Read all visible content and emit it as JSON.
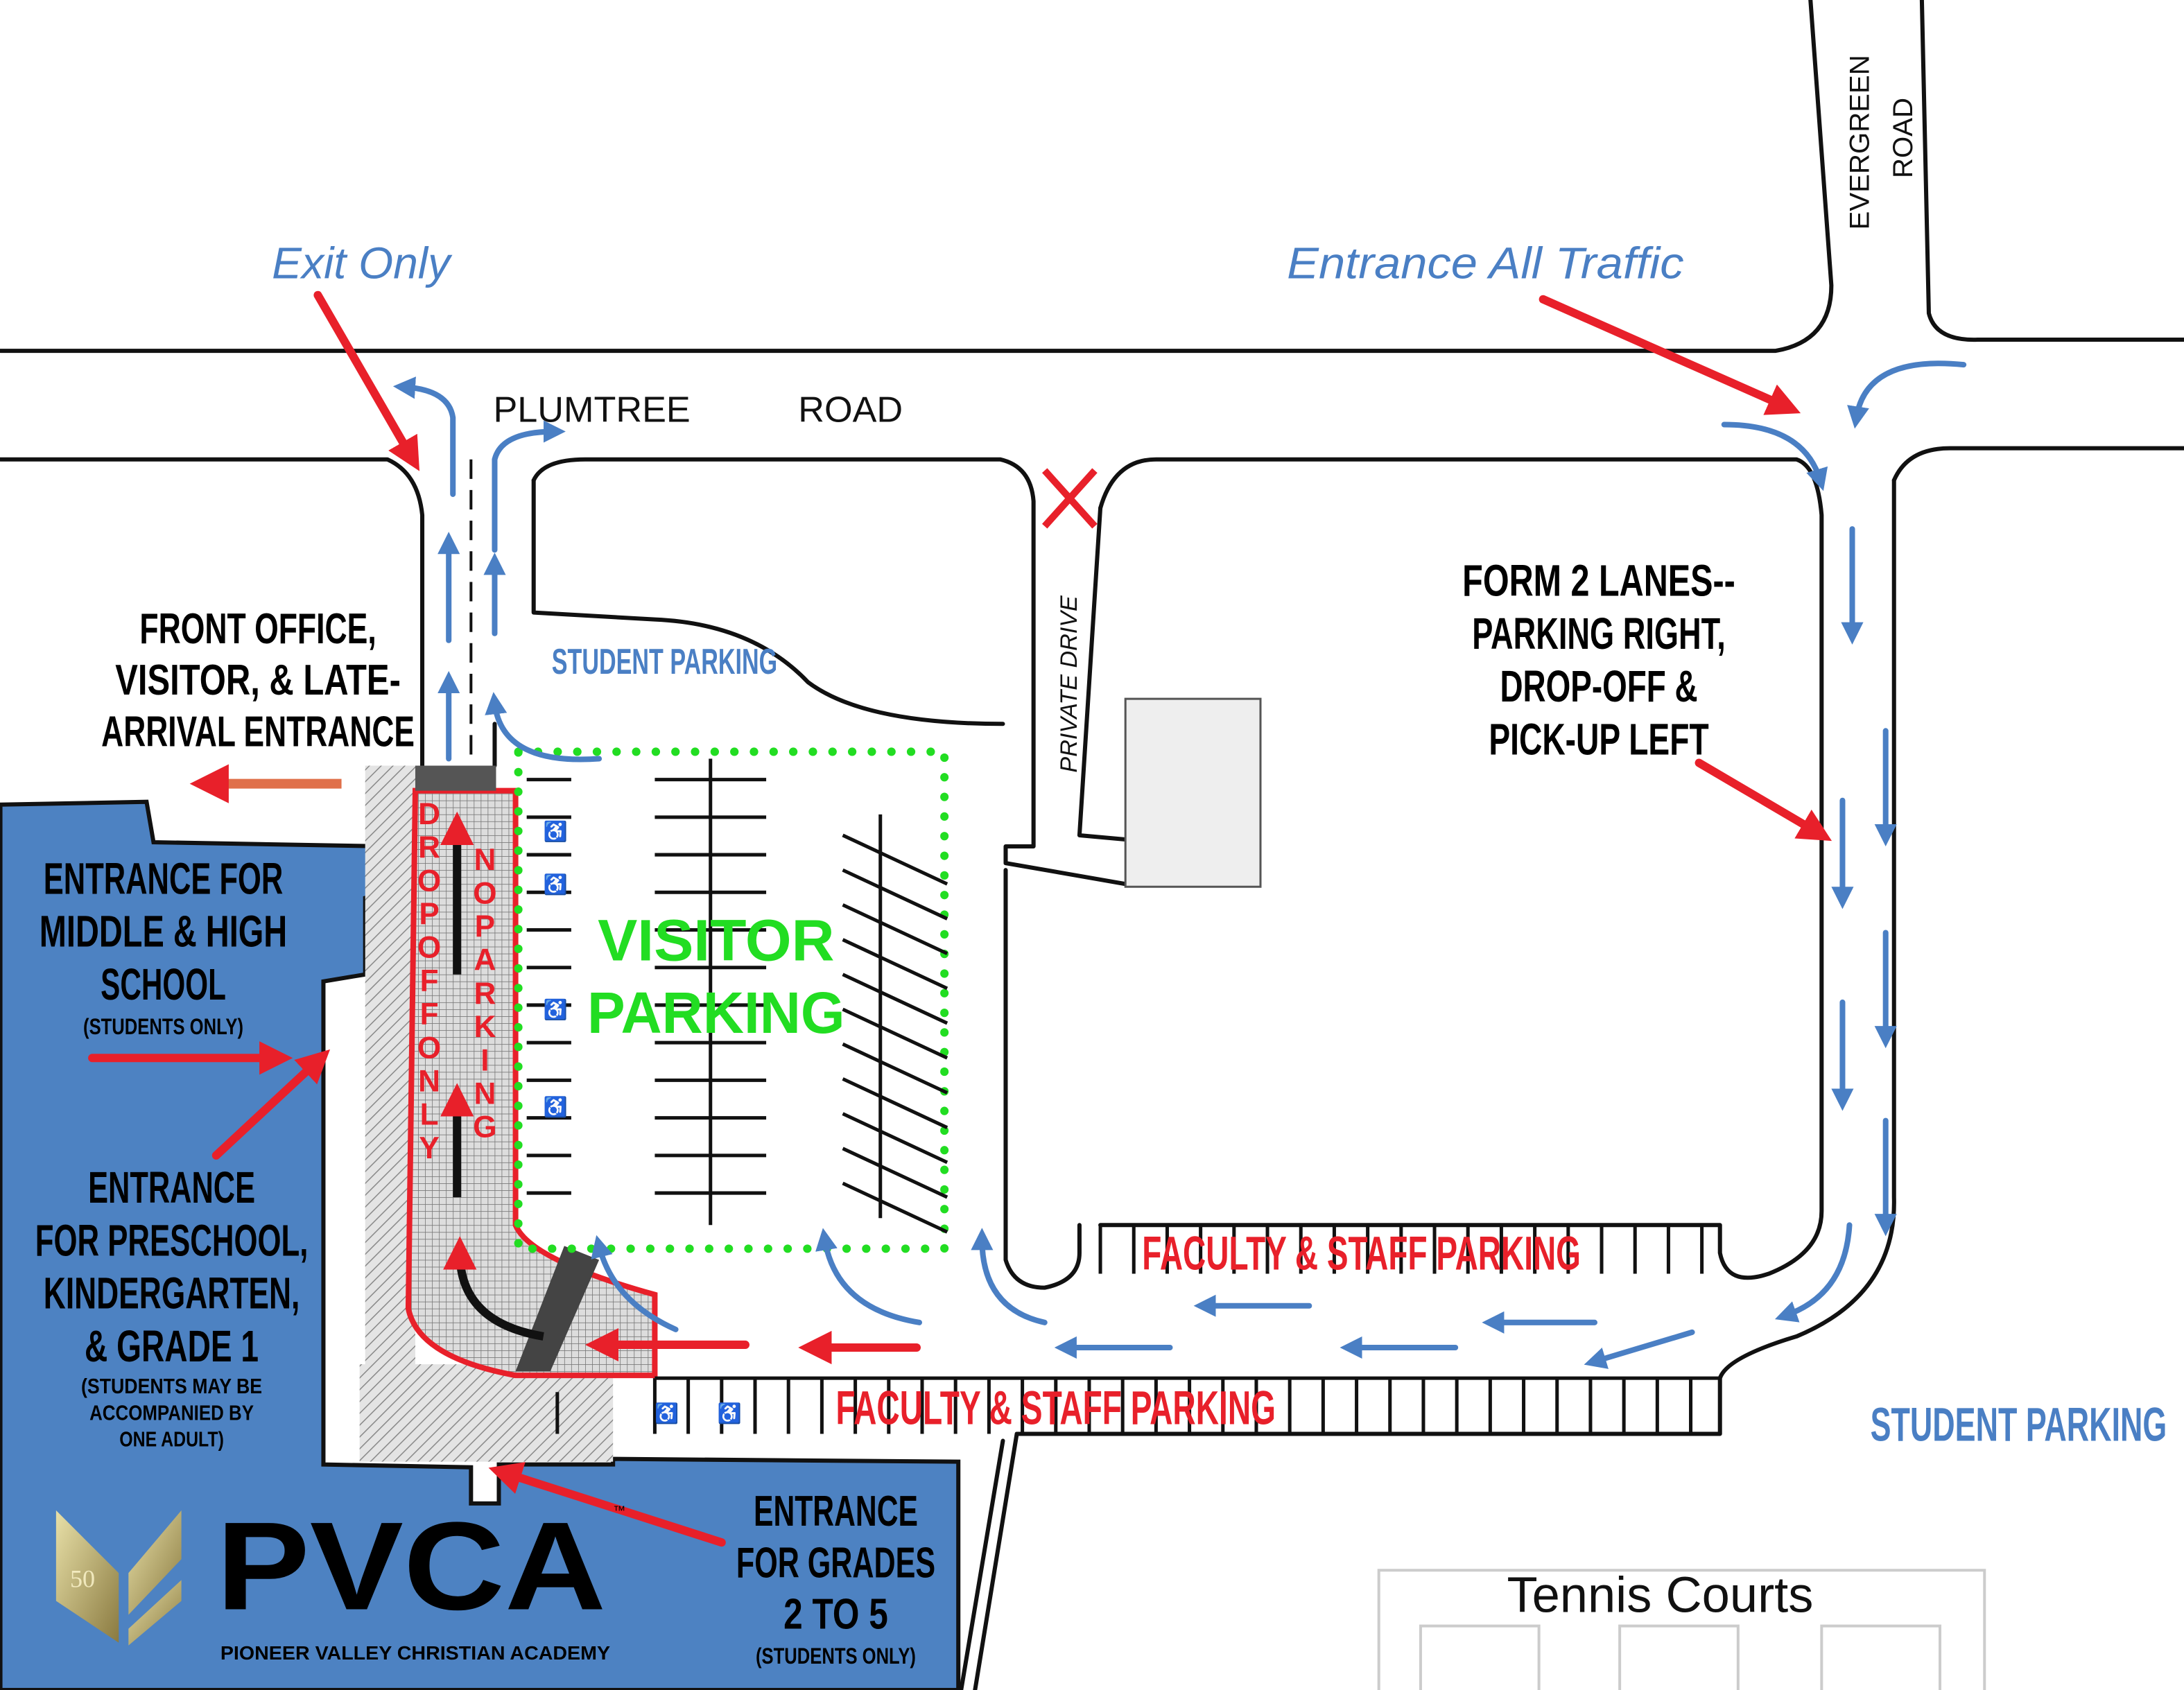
{
  "colors": {
    "building": "#4d82c2",
    "traffic_arrow": "#4a7fc4",
    "red": "#e8202a",
    "visitor_green": "#22dd22",
    "orange_arrow": "#e0704a"
  },
  "roads": {
    "plumtree": [
      "PLUMTREE",
      "ROAD"
    ],
    "evergreen": [
      "EVERGREEN",
      "ROAD"
    ],
    "private_drive": "PRIVATE DRIVE"
  },
  "traffic": {
    "exit_only": "Exit Only",
    "entrance_all": "Entrance All Traffic",
    "form_lanes": [
      "FORM 2 LANES--",
      "PARKING RIGHT,",
      "DROP-OFF &",
      "PICK-UP LEFT"
    ]
  },
  "parking": {
    "student_top": "STUDENT PARKING",
    "student_right": "STUDENT PARKING",
    "visitor": [
      "VISITOR",
      "PARKING"
    ],
    "faculty_upper": "FACULTY & STAFF PARKING",
    "faculty_lower": "FACULTY & STAFF PARKING",
    "dropoff": "DROPOFF ONLY",
    "no_parking": "NO PARKING"
  },
  "entrances": {
    "front_office": [
      "FRONT OFFICE,",
      "VISITOR, & LATE-",
      "ARRIVAL ENTRANCE"
    ],
    "middle_high": [
      "ENTRANCE FOR",
      "MIDDLE & HIGH",
      "SCHOOL",
      "(STUDENTS ONLY)"
    ],
    "preschool": [
      "ENTRANCE",
      "FOR PRESCHOOL,",
      "KINDERGARTEN,",
      "& GRADE 1",
      "(STUDENTS MAY BE",
      "ACCOMPANIED BY",
      "ONE ADULT)"
    ],
    "grades_2_5": [
      "ENTRANCE",
      "FOR GRADES",
      "2 TO 5",
      "(STUDENTS ONLY)"
    ]
  },
  "tennis": "Tennis Courts",
  "logo": {
    "name": "PVCA",
    "tm": "™",
    "full_name": "PIONEER VALLEY CHRISTIAN ACADEMY",
    "anniversary": "50"
  }
}
